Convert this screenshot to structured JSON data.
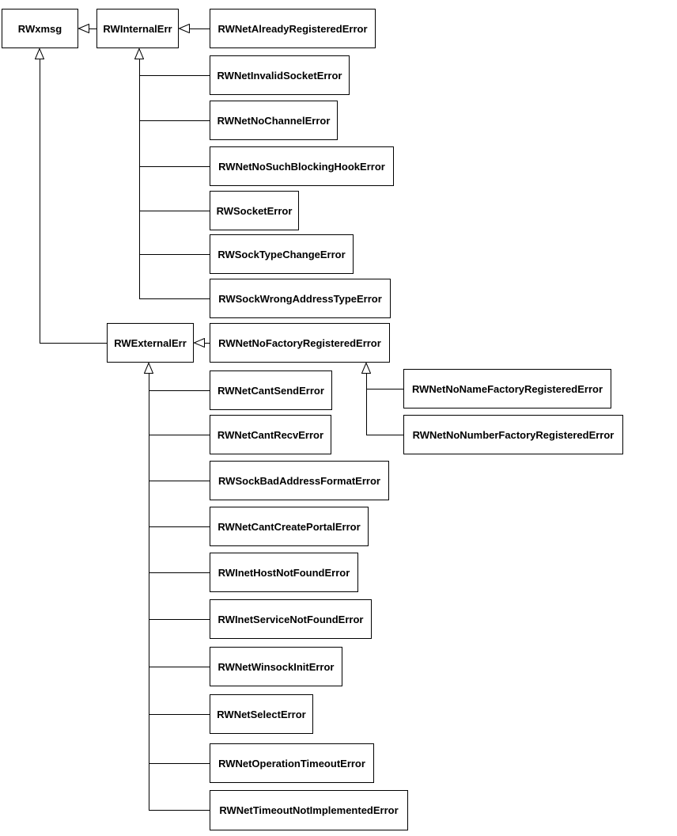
{
  "diagram": {
    "type": "uml-class-inheritance",
    "line_color": "#000000",
    "box_background": "#ffffff",
    "classes": [
      {
        "name": "RWxmsg",
        "parent": null
      },
      {
        "name": "RWInternalErr",
        "parent": "RWxmsg"
      },
      {
        "name": "RWExternalErr",
        "parent": "RWxmsg"
      },
      {
        "name": "RWNetAlreadyRegisteredError",
        "parent": "RWInternalErr"
      },
      {
        "name": "RWNetInvalidSocketError",
        "parent": "RWInternalErr"
      },
      {
        "name": "RWNetNoChannelError",
        "parent": "RWInternalErr"
      },
      {
        "name": "RWNetNoSuchBlockingHookError",
        "parent": "RWInternalErr"
      },
      {
        "name": "RWSocketError",
        "parent": "RWInternalErr"
      },
      {
        "name": "RWSockTypeChangeError",
        "parent": "RWInternalErr"
      },
      {
        "name": "RWSockWrongAddressTypeError",
        "parent": "RWInternalErr"
      },
      {
        "name": "RWNetNoFactoryRegisteredError",
        "parent": "RWExternalErr"
      },
      {
        "name": "RWNetCantSendError",
        "parent": "RWExternalErr"
      },
      {
        "name": "RWNetCantRecvError",
        "parent": "RWExternalErr"
      },
      {
        "name": "RWSockBadAddressFormatError",
        "parent": "RWExternalErr"
      },
      {
        "name": "RWNetCantCreatePortalError",
        "parent": "RWExternalErr"
      },
      {
        "name": "RWInetHostNotFoundError",
        "parent": "RWExternalErr"
      },
      {
        "name": "RWInetServiceNotFoundError",
        "parent": "RWExternalErr"
      },
      {
        "name": "RWNetWinsockInitError",
        "parent": "RWExternalErr"
      },
      {
        "name": "RWNetSelectError",
        "parent": "RWExternalErr"
      },
      {
        "name": "RWNetOperationTimeoutError",
        "parent": "RWExternalErr"
      },
      {
        "name": "RWNetTimeoutNotImplementedError",
        "parent": "RWExternalErr"
      },
      {
        "name": "RWNetNoNameFactoryRegisteredError",
        "parent": "RWNetNoFactoryRegisteredError"
      },
      {
        "name": "RWNetNoNumberFactoryRegisteredError",
        "parent": "RWNetNoFactoryRegisteredError"
      }
    ]
  }
}
